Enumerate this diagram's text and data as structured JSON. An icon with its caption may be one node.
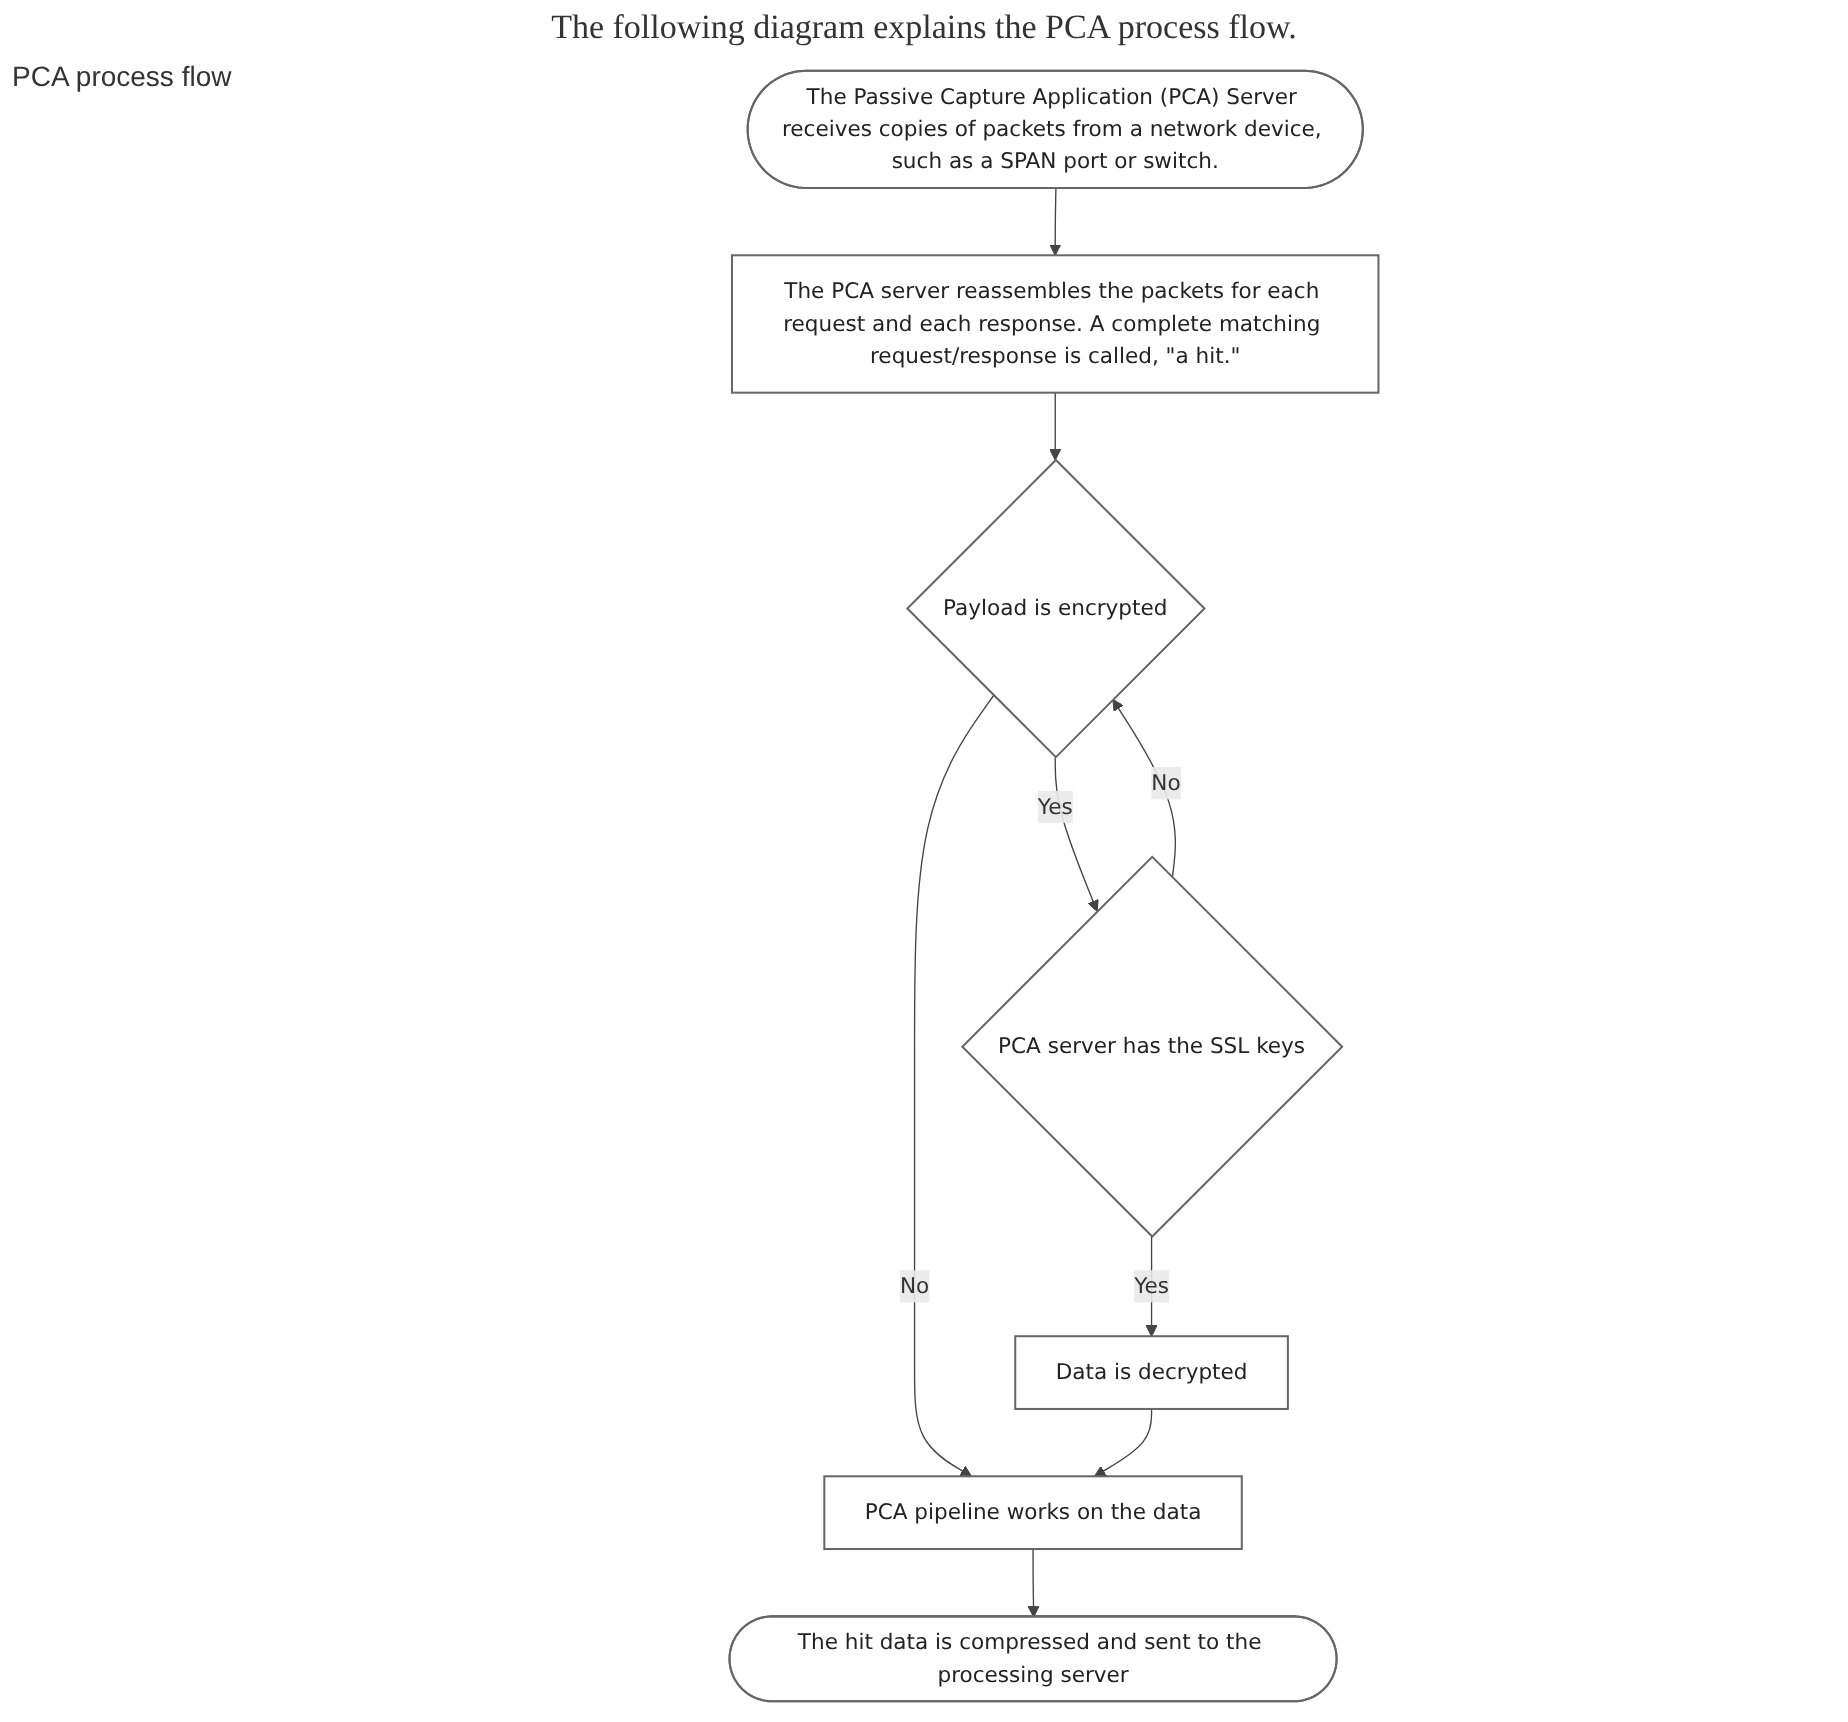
{
  "diagram": {
    "title": "The following diagram explains the PCA process flow.",
    "caption": "PCA process flow",
    "nodes": [
      {
        "text": [
          "The Passive Capture Application (PCA) Server receives copies of packets from a network device, such as a SPAN port or switch."
        ]
      },
      {
        "text": [
          "The PCA server reassembles the packets for each request and each response. A complete matching request/response is called, \"a hit.\""
        ]
      },
      {
        "text": [
          "Payload is encrypted"
        ]
      },
      {
        "text": [
          "PCA server has the SSL keys"
        ]
      },
      {
        "text": [
          "Data is decrypted"
        ]
      },
      {
        "text": [
          "PCA pipeline works on the data"
        ]
      },
      {
        "text": [
          "The hit data is compressed and sent to the processing server"
        ]
      }
    ],
    "edges": [
      {
        "from": 0,
        "to": 1,
        "arrow": "to"
      },
      {
        "from": 1,
        "to": 2,
        "arrow": "to"
      },
      {
        "from": 2,
        "to": 3,
        "arrow": "to",
        "label": "Yes"
      },
      {
        "from": 3,
        "to": 2,
        "arrow": "to",
        "label": "No"
      },
      {
        "from": 3,
        "to": 4,
        "arrow": "to",
        "label": "Yes"
      },
      {
        "from": 2,
        "to": 5,
        "arrow": "to",
        "label": "No"
      },
      {
        "from": 4,
        "to": 5,
        "arrow": "to"
      },
      {
        "from": 5,
        "to": 6,
        "arrow": "to"
      }
    ]
  }
}
